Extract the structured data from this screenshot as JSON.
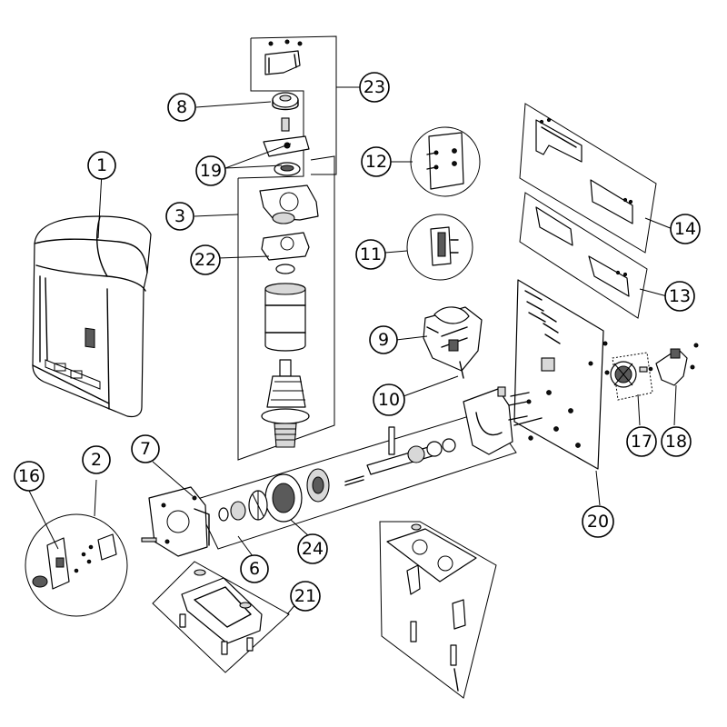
{
  "diagram": {
    "callouts": [
      {
        "id": "c1",
        "label": "1"
      },
      {
        "id": "c2",
        "label": "2"
      },
      {
        "id": "c3",
        "label": "3"
      },
      {
        "id": "c6",
        "label": "6"
      },
      {
        "id": "c7",
        "label": "7"
      },
      {
        "id": "c8",
        "label": "8"
      },
      {
        "id": "c9",
        "label": "9"
      },
      {
        "id": "c10",
        "label": "10"
      },
      {
        "id": "c11",
        "label": "11"
      },
      {
        "id": "c12",
        "label": "12"
      },
      {
        "id": "c13",
        "label": "13"
      },
      {
        "id": "c14",
        "label": "14"
      },
      {
        "id": "c16",
        "label": "16"
      },
      {
        "id": "c17",
        "label": "17"
      },
      {
        "id": "c18",
        "label": "18"
      },
      {
        "id": "c19",
        "label": "19"
      },
      {
        "id": "c20",
        "label": "20"
      },
      {
        "id": "c21",
        "label": "21"
      },
      {
        "id": "c22",
        "label": "22"
      },
      {
        "id": "c23",
        "label": "23"
      },
      {
        "id": "c24",
        "label": "24"
      }
    ]
  }
}
